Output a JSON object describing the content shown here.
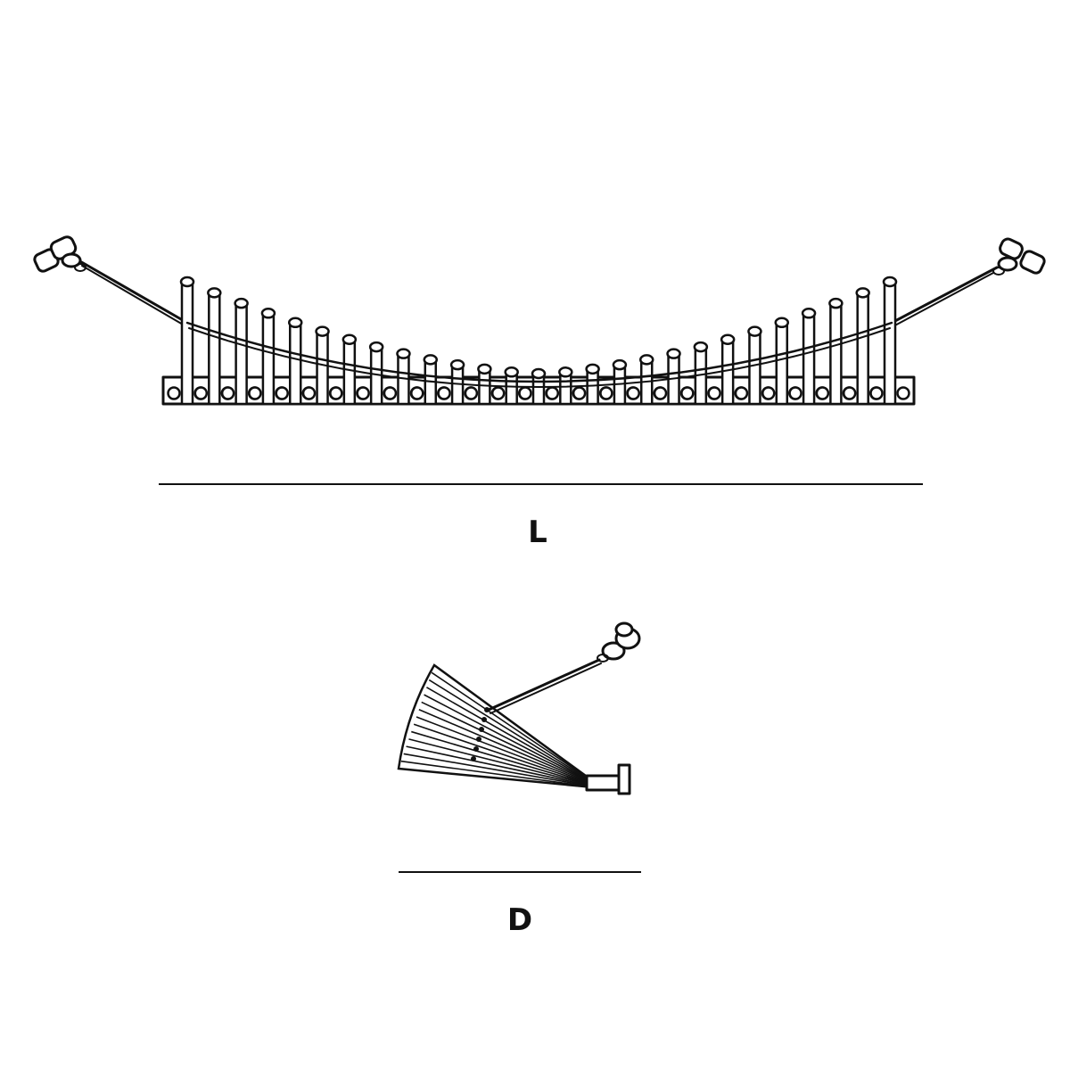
{
  "dimensions": {
    "length_label": "L",
    "depth_label": "D"
  },
  "hammock": {
    "post_count": 27,
    "colors": {
      "ink": "#111111",
      "paper": "#ffffff"
    }
  }
}
